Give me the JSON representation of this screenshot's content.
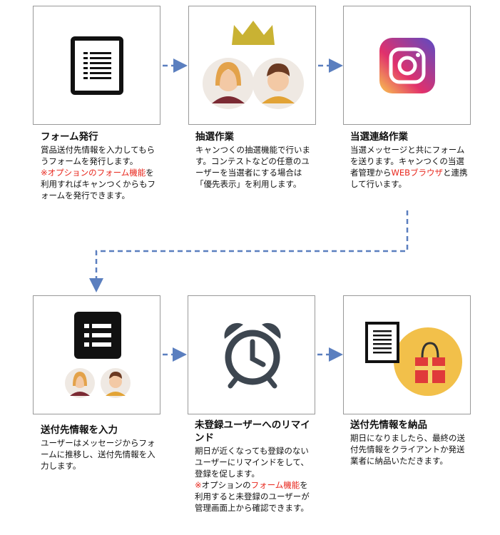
{
  "steps": [
    {
      "title": "フォーム発行",
      "body": "賞品送付先情報を入力してもらうフォームを発行します。",
      "note_prefix": "※オプションの",
      "note_link": "フォーム機能",
      "note_suffix": "を利用すればキャンつくからもフォームを発行できます。",
      "icon": "form-document-icon"
    },
    {
      "title": "抽選作業",
      "body": "キャンつくの抽選機能で行います。コンテストなどの任意のユーザーを当選者にする場合は「優先表示」を利用します。",
      "icon": "crown-winners-icon"
    },
    {
      "title": "当選連絡作業",
      "body_a": "当選メッセージと共にフォームを送ります。キャンつくの当選者管理から",
      "body_link": "WEBブラウザ",
      "body_b": "と連携して行います。",
      "icon": "instagram-icon"
    },
    {
      "title": "送付先情報を入力",
      "body": "ユーザーはメッセージからフォームに推移し、送付先情報を入力します。",
      "icon": "list-form-users-icon"
    },
    {
      "title": "未登録ユーザーへのリマインド",
      "body": "期日が近くなっても登録のないユーザーにリマインドをして、登録を促します。",
      "note_prefix": "※",
      "note_mid": "オプションの",
      "note_link": "フォーム機能",
      "note_suffix": "を利用すると未登録のユーザーが管理画面上から確認できます。",
      "icon": "alarm-clock-icon"
    },
    {
      "title": "送付先情報を納品",
      "body": "期日になりましたら、最終の送付先情報をクライアントか発送業者に納品いただきます。",
      "icon": "document-gift-icon"
    }
  ],
  "colors": {
    "arrow": "#5b7fbf",
    "highlight": "#e8261c"
  }
}
